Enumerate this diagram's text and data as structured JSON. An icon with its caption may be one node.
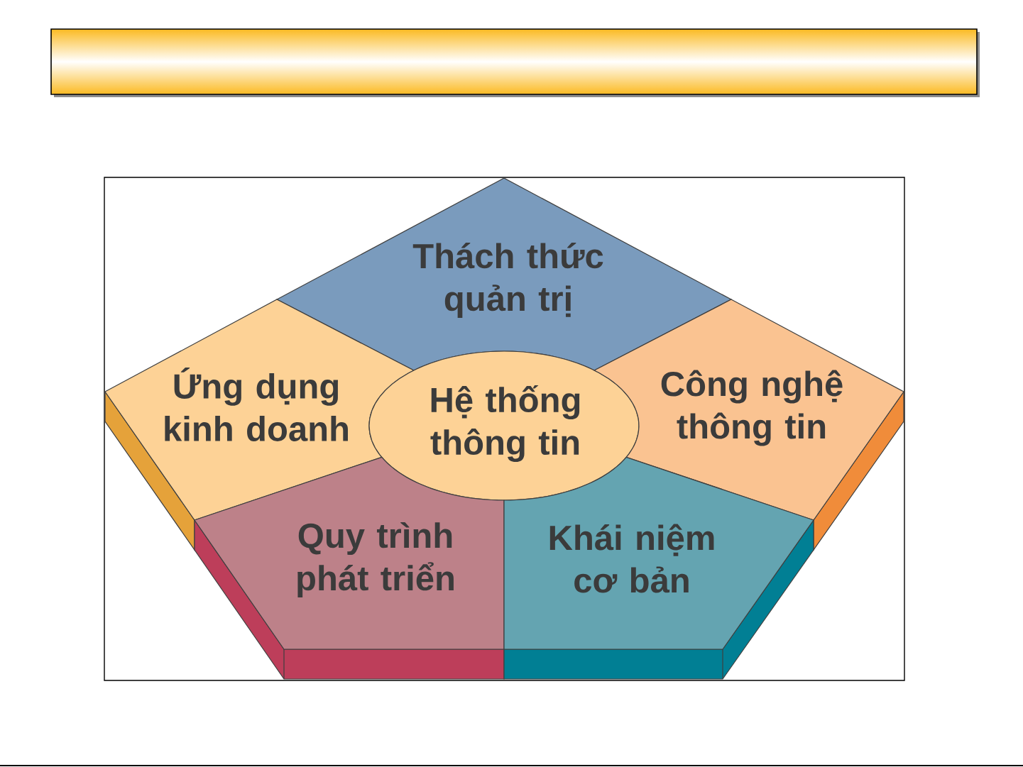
{
  "diagram": {
    "nodes": [
      {
        "text": [
          "Thách thức quản trị"
        ]
      },
      {
        "text": [
          "Ứng dụng kinh doanh"
        ]
      },
      {
        "text": [
          "Hệ thống thông tin"
        ]
      },
      {
        "text": [
          "Công nghệ thông tin"
        ]
      },
      {
        "text": [
          "Quy trình phát triển"
        ]
      },
      {
        "text": [
          "Khái niệm cơ bản"
        ]
      }
    ]
  }
}
